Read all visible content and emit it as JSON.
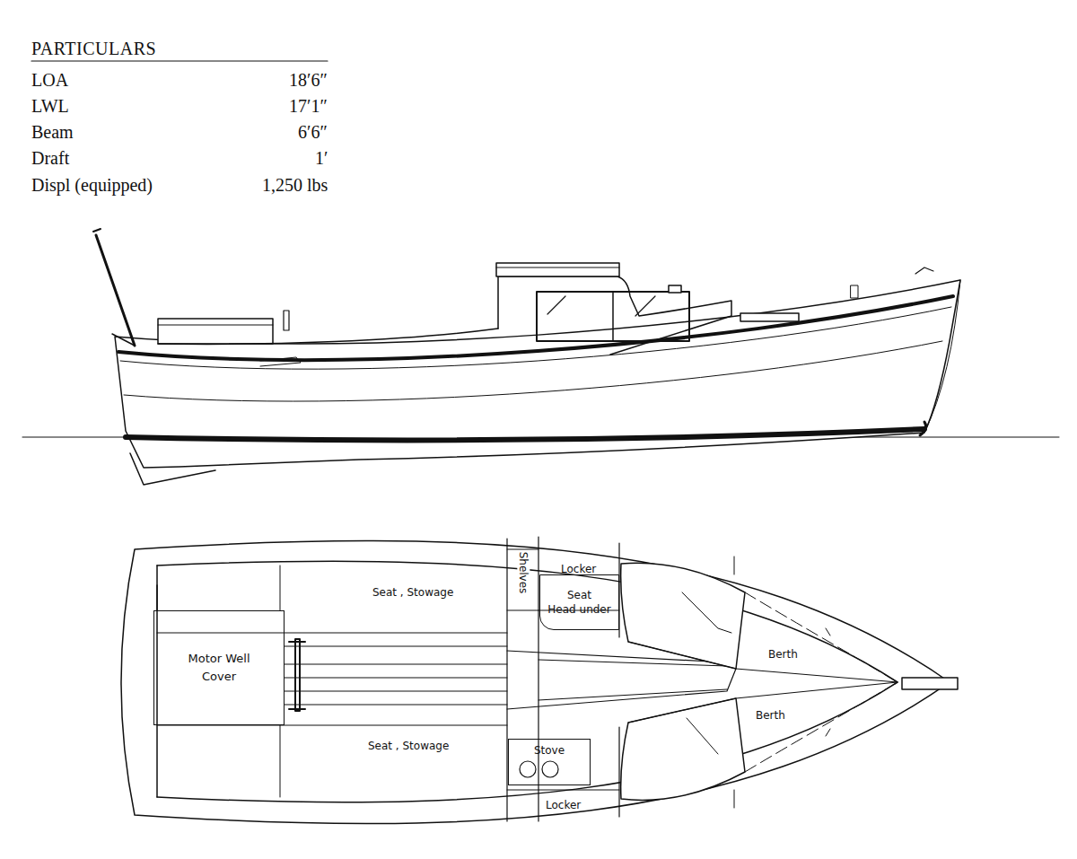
{
  "diagram": {
    "title": "PARTICULARS",
    "nodes": [
      {
        "text": [
          "Motor Well Cover"
        ]
      },
      {
        "text": [
          "Seat",
          "Head under"
        ]
      },
      {
        "text": [
          "Stove"
        ]
      }
    ],
    "labels": [
      "LOA",
      "18′6″",
      "LWL",
      "17′1″",
      "Beam",
      "6′6″",
      "Draft",
      "1′",
      "Displ (equipped)",
      "1,250 lbs",
      "Locker",
      "Shelves",
      "Seat , Stowage",
      "Berth",
      "Berth",
      "Seat , Stowage",
      "Locker"
    ]
  }
}
